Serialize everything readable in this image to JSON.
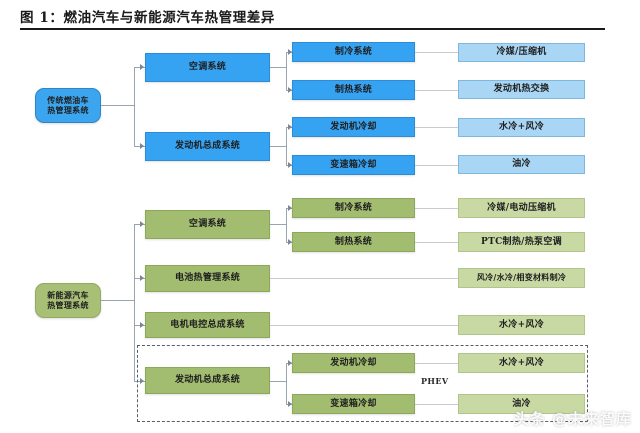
{
  "figure": {
    "title": "图 1：燃油汽车与新能源汽车热管理差异"
  },
  "ice_branch": {
    "root": "传统燃油车\n热管理系统",
    "root_line1": "传统燃油车",
    "root_line2": "热管理系统",
    "systems": [
      {
        "label": "空调系统"
      },
      {
        "label": "发动机总成系统"
      }
    ],
    "subsystems": [
      {
        "label": "制冷系统"
      },
      {
        "label": "制热系统"
      },
      {
        "label": "发动机冷却"
      },
      {
        "label": "变速箱冷却"
      }
    ],
    "details": [
      {
        "label": "冷媒/压缩机"
      },
      {
        "label": "发动机热交换"
      },
      {
        "label": "水冷+风冷"
      },
      {
        "label": "油冷"
      }
    ]
  },
  "nev_branch": {
    "root_line1": "新能源汽车",
    "root_line2": "热管理系统",
    "systems": [
      {
        "label": "空调系统"
      },
      {
        "label": "电池热管理系统"
      },
      {
        "label": "电机电控总成系统"
      },
      {
        "label": "发动机总成系统"
      }
    ],
    "subsystems": [
      {
        "label": "制冷系统"
      },
      {
        "label": "制热系统"
      },
      {
        "label": "发动机冷却"
      },
      {
        "label": "变速箱冷却"
      }
    ],
    "details": [
      {
        "label": "冷媒/电动压缩机"
      },
      {
        "label": "PTC制热/热泵空调"
      },
      {
        "label": "风冷/水冷/相变材料制冷"
      },
      {
        "label": "水冷+风冷"
      },
      {
        "label": "水冷+风冷"
      },
      {
        "label": "油冷"
      }
    ],
    "group_label": "PHEV"
  },
  "watermark": {
    "text": "头条 @未来智库"
  },
  "colors": {
    "blue_primary": "#35A2F2",
    "blue_root": "#3CA5F0",
    "blue_light": "#A9D6F5",
    "green_primary": "#A2BC70",
    "green_root": "#A8BF76",
    "green_light": "#C9D9A3",
    "connector": "#9AA4B0",
    "title_rule": "#1A1A1A"
  }
}
